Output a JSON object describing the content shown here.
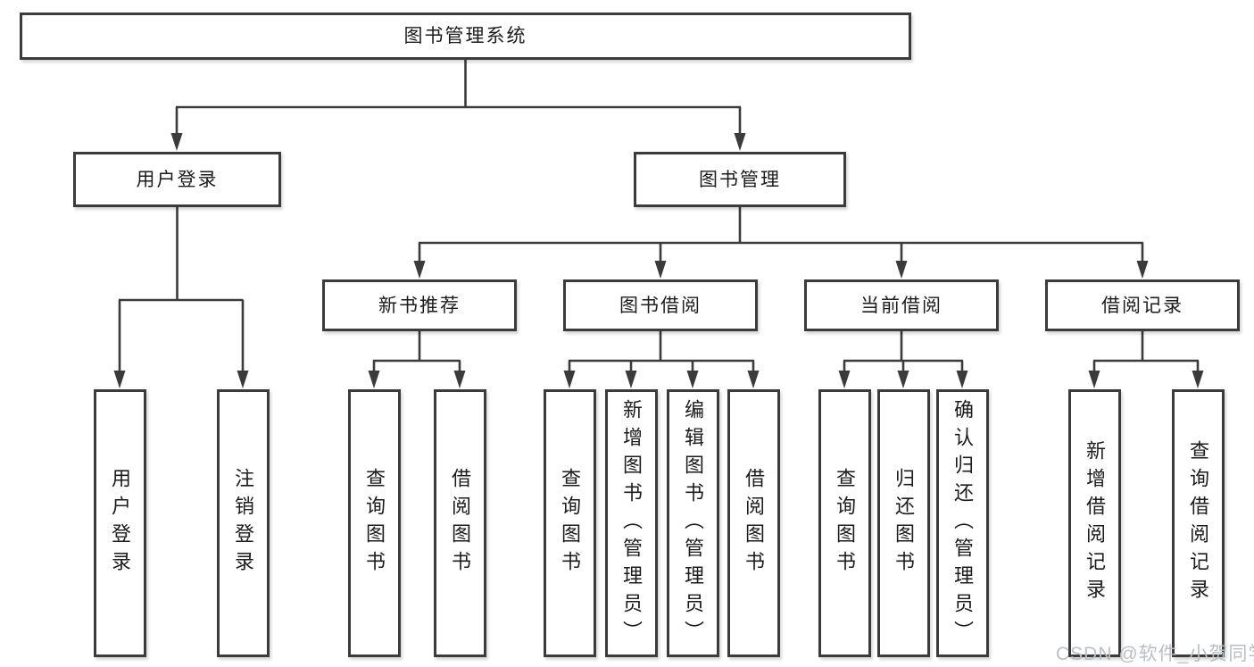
{
  "diagram": {
    "root": {
      "label": "图书管理系统"
    },
    "user_login": {
      "label": "用户登录",
      "children": [
        {
          "label": "用户登录"
        },
        {
          "label": "注销登录"
        }
      ]
    },
    "book_mgmt": {
      "label": "图书管理",
      "sections": [
        {
          "label": "新书推荐",
          "children": [
            {
              "label": "查询图书"
            },
            {
              "label": "借阅图书"
            }
          ]
        },
        {
          "label": "图书借阅",
          "children": [
            {
              "label": "查询图书"
            },
            {
              "label": "新增图书（管理员）"
            },
            {
              "label": "编辑图书（管理员）"
            },
            {
              "label": "借阅图书"
            }
          ]
        },
        {
          "label": "当前借阅",
          "children": [
            {
              "label": "查询图书"
            },
            {
              "label": "归还图书"
            },
            {
              "label": "确认归还（管理员）"
            }
          ]
        },
        {
          "label": "借阅记录",
          "children": [
            {
              "label": "新增借阅记录"
            },
            {
              "label": "查询借阅记录"
            }
          ]
        }
      ]
    }
  },
  "watermark": {
    "text": "CSDN @软件_小贺同学"
  },
  "colors": {
    "line": "#3b3b3b",
    "border": "#3b3b3b",
    "text": "#1c1c1c",
    "watermark": "#b9bfc7",
    "background": "#ffffff"
  }
}
